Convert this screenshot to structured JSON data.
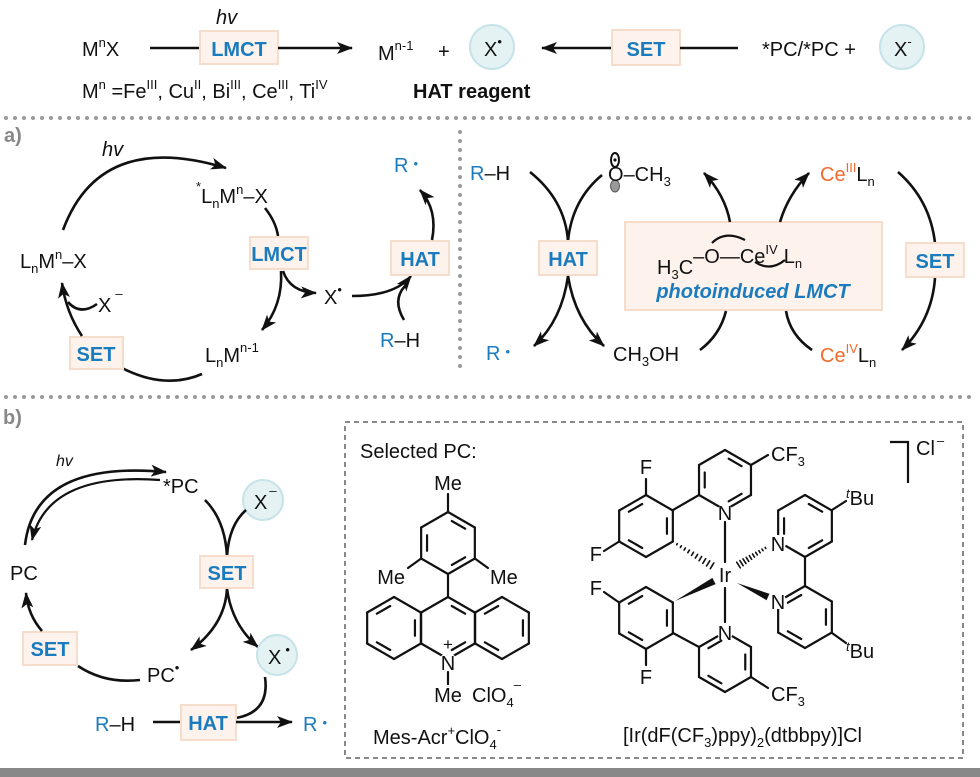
{
  "colors": {
    "blue": "#1b7bbf",
    "orange": "#f26b2c",
    "label_box": "#fdf3ec",
    "radical_circle": "#e4f2f4",
    "separator": "#888888"
  },
  "header": {
    "hv": "hv",
    "reactant": {
      "base": "M",
      "sup": "n",
      "tail": "X"
    },
    "lmct": "LMCT",
    "product": {
      "base": "M",
      "sup": "n-1"
    },
    "plus": "+",
    "radical": {
      "base": "X",
      "dot": "•"
    },
    "set": "SET",
    "pc": "*PC/*PC +",
    "anion": {
      "base": "X",
      "sup": "-"
    },
    "metals": {
      "prefix": "M",
      "prefix_sup": "n",
      "eq": " =Fe",
      "fe_sup": "III",
      "cu": ", Cu",
      "cu_sup": "II",
      "bi": ", Bi",
      "bi_sup": "III",
      "ce": ", Ce",
      "ce_sup": "III",
      "ti": ", Ti",
      "ti_sup": "IV"
    },
    "hat_reagent": "HAT reagent"
  },
  "section_a": {
    "label": "a)",
    "left": {
      "hv": "hv",
      "excited": {
        "star": "*",
        "L": "L",
        "n_sub": "n",
        "M": "M",
        "n_sup": "n",
        "tail": "–X"
      },
      "ground": {
        "L": "L",
        "n_sub": "n",
        "M": "M",
        "n_sup": "n",
        "tail": "–X"
      },
      "reduced": {
        "L": "L",
        "n_sub": "n",
        "M": "M",
        "sup": "n-1"
      },
      "anion": {
        "base": "X",
        "sup": "–"
      },
      "radical": {
        "base": "X",
        "dot": "•"
      },
      "lmct": "LMCT",
      "set": "SET",
      "hat": "HAT",
      "r_radical": {
        "R": "R",
        "dot": "•"
      },
      "rh": {
        "R": "R",
        "H": "–H"
      }
    },
    "right": {
      "rh": {
        "R": "R",
        "H": "–H"
      },
      "methoxy": {
        "O": "O",
        "tail": "–CH",
        "sub": "3"
      },
      "ce3": {
        "Ce": "Ce",
        "sup": "III",
        "L": "L",
        "sub": "n"
      },
      "ce4": {
        "Ce": "Ce",
        "sup": "IV",
        "L": "L",
        "sub": "n"
      },
      "complex": {
        "h3c": "H",
        "h3c_sub": "3",
        "h3c_c": "C",
        "O": "–O",
        "bond": "—",
        "Ce": "Ce",
        "sup": "IV",
        "L": "L",
        "sub": "n"
      },
      "photo": "photoinduced LMCT",
      "hat": "HAT",
      "set": "SET",
      "r_radical": {
        "R": "R",
        "dot": "•"
      },
      "methanol": {
        "a": "CH",
        "sub": "3",
        "b": "OH"
      }
    }
  },
  "section_b": {
    "label": "b)",
    "hv": "hv",
    "pc_excited": "*PC",
    "pc": "PC",
    "pc_radical": {
      "base": "PC",
      "dot": "•"
    },
    "anion": {
      "base": "X",
      "sup": "–"
    },
    "radical": {
      "base": "X",
      "dot": "•"
    },
    "set_top": "SET",
    "set_left": "SET",
    "hat": "HAT",
    "rh": {
      "R": "R",
      "H": "–H"
    },
    "r_radical": {
      "R": "R",
      "dot": "•"
    },
    "selected_title": "Selected PC:",
    "acridinium": {
      "me_top": "Me",
      "me_left": "Me",
      "me_right": "Me",
      "n": "N",
      "charge": "+",
      "me_n": "Me",
      "counterion": {
        "base": "ClO",
        "sub": "4",
        "sup": "–"
      },
      "name": {
        "a": "Mes-Acr",
        "sup": "+",
        "b": "ClO",
        "sub": "4",
        "sup2": "-"
      }
    },
    "iridium": {
      "ir": "Ir",
      "n": "N",
      "f": "F",
      "cf3": {
        "base": "CF",
        "sub": "3"
      },
      "tbu": {
        "t": "t",
        "base": "Bu"
      },
      "chloride": {
        "base": "Cl",
        "sup": "–"
      },
      "name": {
        "a": "[Ir(dF(CF",
        "sub1": "3",
        "b": ")ppy)",
        "sub2": "2",
        "c": "(dtbbpy)]Cl"
      }
    }
  }
}
